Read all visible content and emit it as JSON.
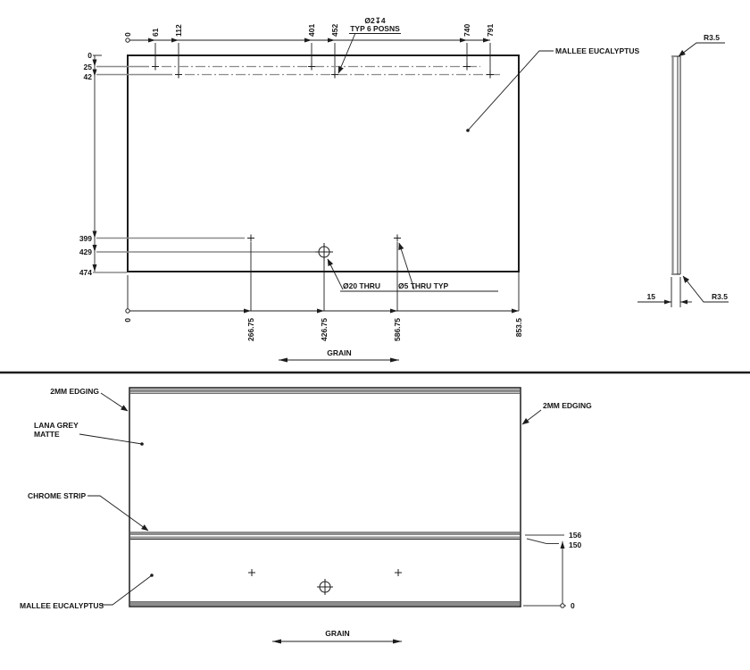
{
  "drawing": {
    "colors": {
      "line": "#1c1c1c",
      "gray": "#8c8c8c",
      "background": "#ffffff"
    },
    "top_view": {
      "x_dims_top": [
        "0",
        "61",
        "112",
        "401",
        "452",
        "740",
        "791"
      ],
      "y_dims_left": [
        "0",
        "25",
        "42",
        "399",
        "429",
        "474"
      ],
      "x_dims_bottom": [
        "0",
        "266.75",
        "426.75",
        "586.75",
        "853.5"
      ],
      "hole_note_line1": "Ø2↧4",
      "hole_note_line2": "TYP 6 POSNS",
      "hole20_label": "Ø20 THRU",
      "hole5_label": "Ø5 THRU TYP",
      "material_label": "MALLEE EUCALYPTUS",
      "grain_label": "GRAIN"
    },
    "side_view": {
      "radius_top": "R3.5",
      "radius_bottom": "R3.5",
      "thickness": "15"
    },
    "bottom_view": {
      "edging_left": "2MM EDGING",
      "edging_right": "2MM EDGING",
      "surface_line1": "LANA GREY",
      "surface_line2": "MATTE",
      "chrome_label": "CHROME STRIP",
      "material_label": "MALLEE EUCALYPTUS",
      "grain_label": "GRAIN",
      "y_dims_right": [
        "156",
        "150",
        "0"
      ]
    }
  }
}
